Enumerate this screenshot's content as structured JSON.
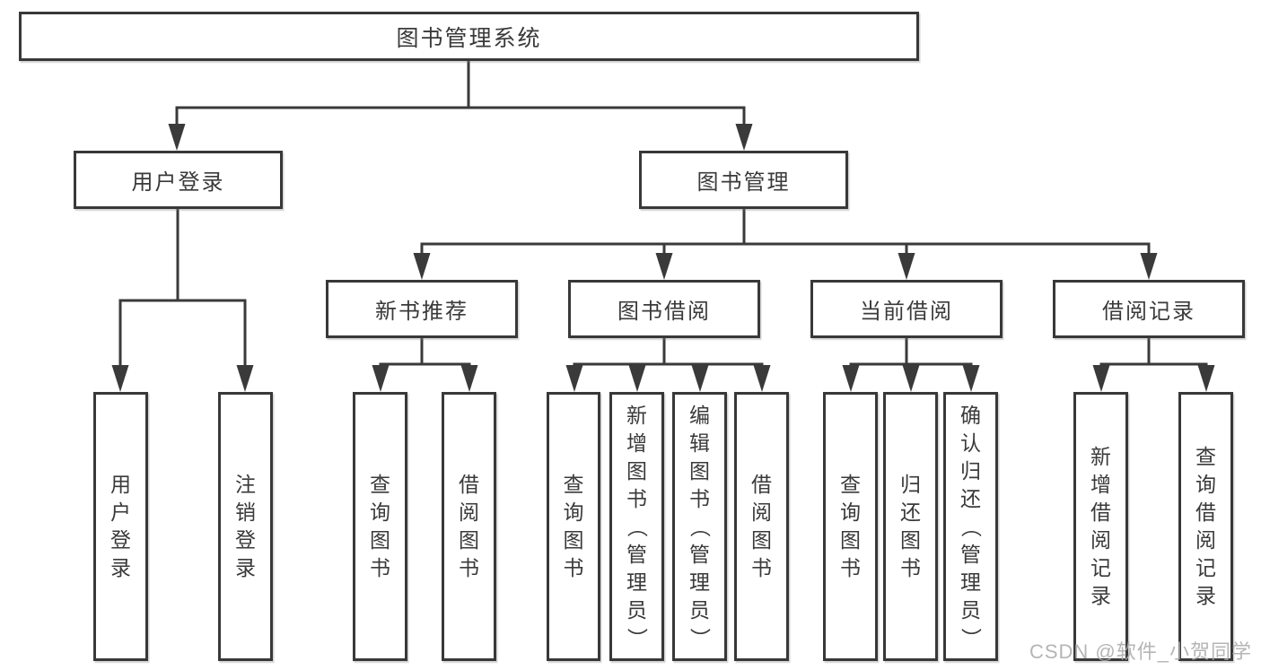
{
  "diagram": {
    "type": "hierarchy-tree",
    "title": "图书管理系统",
    "nodes": {
      "root": {
        "label": "图书管理系统"
      },
      "level2": [
        {
          "label": "用户登录"
        },
        {
          "label": "图书管理"
        }
      ],
      "level3": [
        {
          "label": "新书推荐",
          "parent": "图书管理"
        },
        {
          "label": "图书借阅",
          "parent": "图书管理"
        },
        {
          "label": "当前借阅",
          "parent": "图书管理"
        },
        {
          "label": "借阅记录",
          "parent": "图书管理"
        }
      ],
      "leaves": [
        {
          "label": "用户登录",
          "parent": "用户登录"
        },
        {
          "label": "注销登录",
          "parent": "用户登录"
        },
        {
          "label": "查询图书",
          "parent": "新书推荐"
        },
        {
          "label": "借阅图书",
          "parent": "新书推荐"
        },
        {
          "label": "查询图书",
          "parent": "图书借阅"
        },
        {
          "label": "新增图书（管理员）",
          "parent": "图书借阅"
        },
        {
          "label": "编辑图书（管理员）",
          "parent": "图书借阅"
        },
        {
          "label": "借阅图书",
          "parent": "图书借阅"
        },
        {
          "label": "查询图书",
          "parent": "当前借阅"
        },
        {
          "label": "归还图书",
          "parent": "当前借阅"
        },
        {
          "label": "确认归还（管理员）",
          "parent": "当前借阅"
        },
        {
          "label": "新增借阅记录",
          "parent": "借阅记录"
        },
        {
          "label": "查询借阅记录",
          "parent": "借阅记录"
        }
      ]
    }
  },
  "watermark": {
    "text": "CSDN @软件_小贺同学"
  },
  "colors": {
    "line": "#3a3a3a",
    "box_border": "#383838",
    "box_fill": "#ffffff",
    "text": "#3a3a3a",
    "watermark": "#a8a8a8",
    "background": "#ffffff"
  }
}
